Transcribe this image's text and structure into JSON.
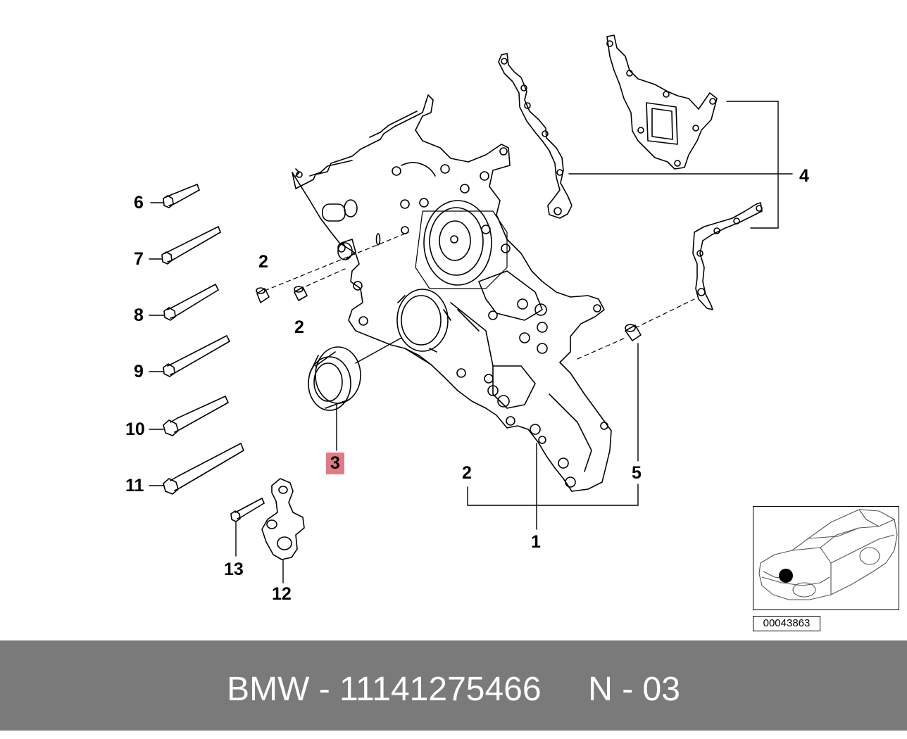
{
  "callouts": {
    "c1": "1",
    "c2a": "2",
    "c2b": "2",
    "c2c": "2",
    "c3": "3",
    "c4": "4",
    "c5": "5",
    "c6": "6",
    "c7": "7",
    "c8": "8",
    "c9": "9",
    "c10": "10",
    "c11": "11",
    "c12": "12",
    "c13": "13"
  },
  "highlight_color": "#e07a84",
  "inset": {
    "code": "00043863"
  },
  "footer": {
    "text": "BMW - 11141275466     N - 03",
    "background": "#7a7a7a"
  }
}
